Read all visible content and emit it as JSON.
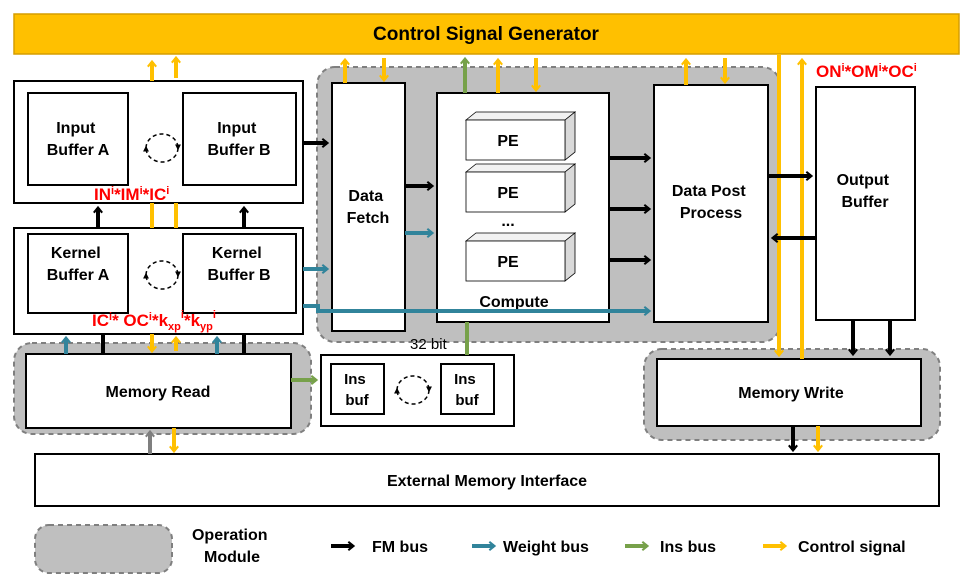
{
  "title": "Control Signal Generator",
  "colors": {
    "control_bar": "#ffc000",
    "control_bar_border": "#d69e00",
    "operation_module": "#bfbfbf",
    "fm_bus": "#000000",
    "weight_bus": "#31849b",
    "ins_bus": "#77a14a",
    "control_signal": "#ffc000",
    "address_bus": "#7f7f7f",
    "formula": "#ff0000"
  },
  "blocks": {
    "input_buffer_a": [
      "Input",
      "Buffer A"
    ],
    "input_buffer_b": [
      "Input",
      "Buffer B"
    ],
    "kernel_buffer_a": [
      "Kernel",
      "Buffer A"
    ],
    "kernel_buffer_b": [
      "Kernel",
      "Buffer B"
    ],
    "data_fetch": [
      "Data",
      "Fetch"
    ],
    "pe": "PE",
    "pe_ellipsis": "...",
    "compute": "Compute",
    "data_post_process": [
      "Data Post",
      "Process"
    ],
    "output_buffer": [
      "Output",
      "Buffer"
    ],
    "memory_read": "Memory Read",
    "ins_buf": [
      "Ins",
      "buf"
    ],
    "memory_write": "Memory Write",
    "external_memory_interface": "External Memory Interface",
    "ins_width": "32 bit"
  },
  "formulas": {
    "input": {
      "a": "IN",
      "a_sup": "i",
      "b": "*IM",
      "b_sup": "i",
      "c": "*IC",
      "c_sup": "i"
    },
    "kernel": {
      "a": "IC",
      "a_sup": "i",
      "b": "* OC",
      "b_sup": "i",
      "c": "*k",
      "c_sub": "xp",
      "c_sup": "i",
      "d": "*k",
      "d_sub": "yp",
      "d_sup": "i"
    },
    "output": {
      "a": "ON",
      "a_sup": "i",
      "b": "*OM",
      "b_sup": "i",
      "c": "*OC",
      "c_sup": "i"
    }
  },
  "legend": {
    "operation_module": [
      "Operation",
      "Module"
    ],
    "fm_bus": "FM bus",
    "weight_bus": "Weight bus",
    "ins_bus": "Ins bus",
    "control_signal": "Control signal"
  }
}
